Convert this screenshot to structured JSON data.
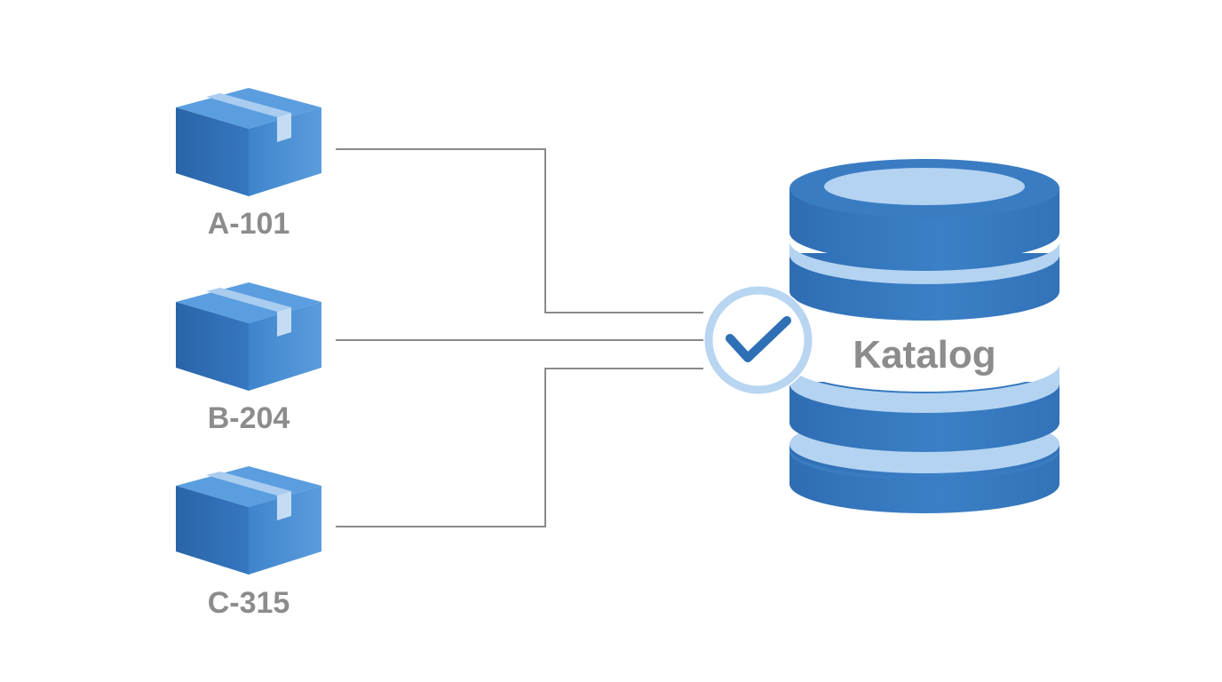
{
  "packages": [
    {
      "id": "A-101"
    },
    {
      "id": "B-204"
    },
    {
      "id": "C-315"
    }
  ],
  "database": {
    "label": "Katalog",
    "status_icon": "check-icon"
  },
  "colors": {
    "box_front": "#2f6fb5",
    "box_side": "#4a8fd0",
    "box_top": "#5b9ee0",
    "tape": "#a9ccef",
    "db_blue": "#3a7cc2",
    "db_light": "#b3d3f1",
    "connector": "#8a8a8a",
    "label": "#8c8c8c"
  }
}
